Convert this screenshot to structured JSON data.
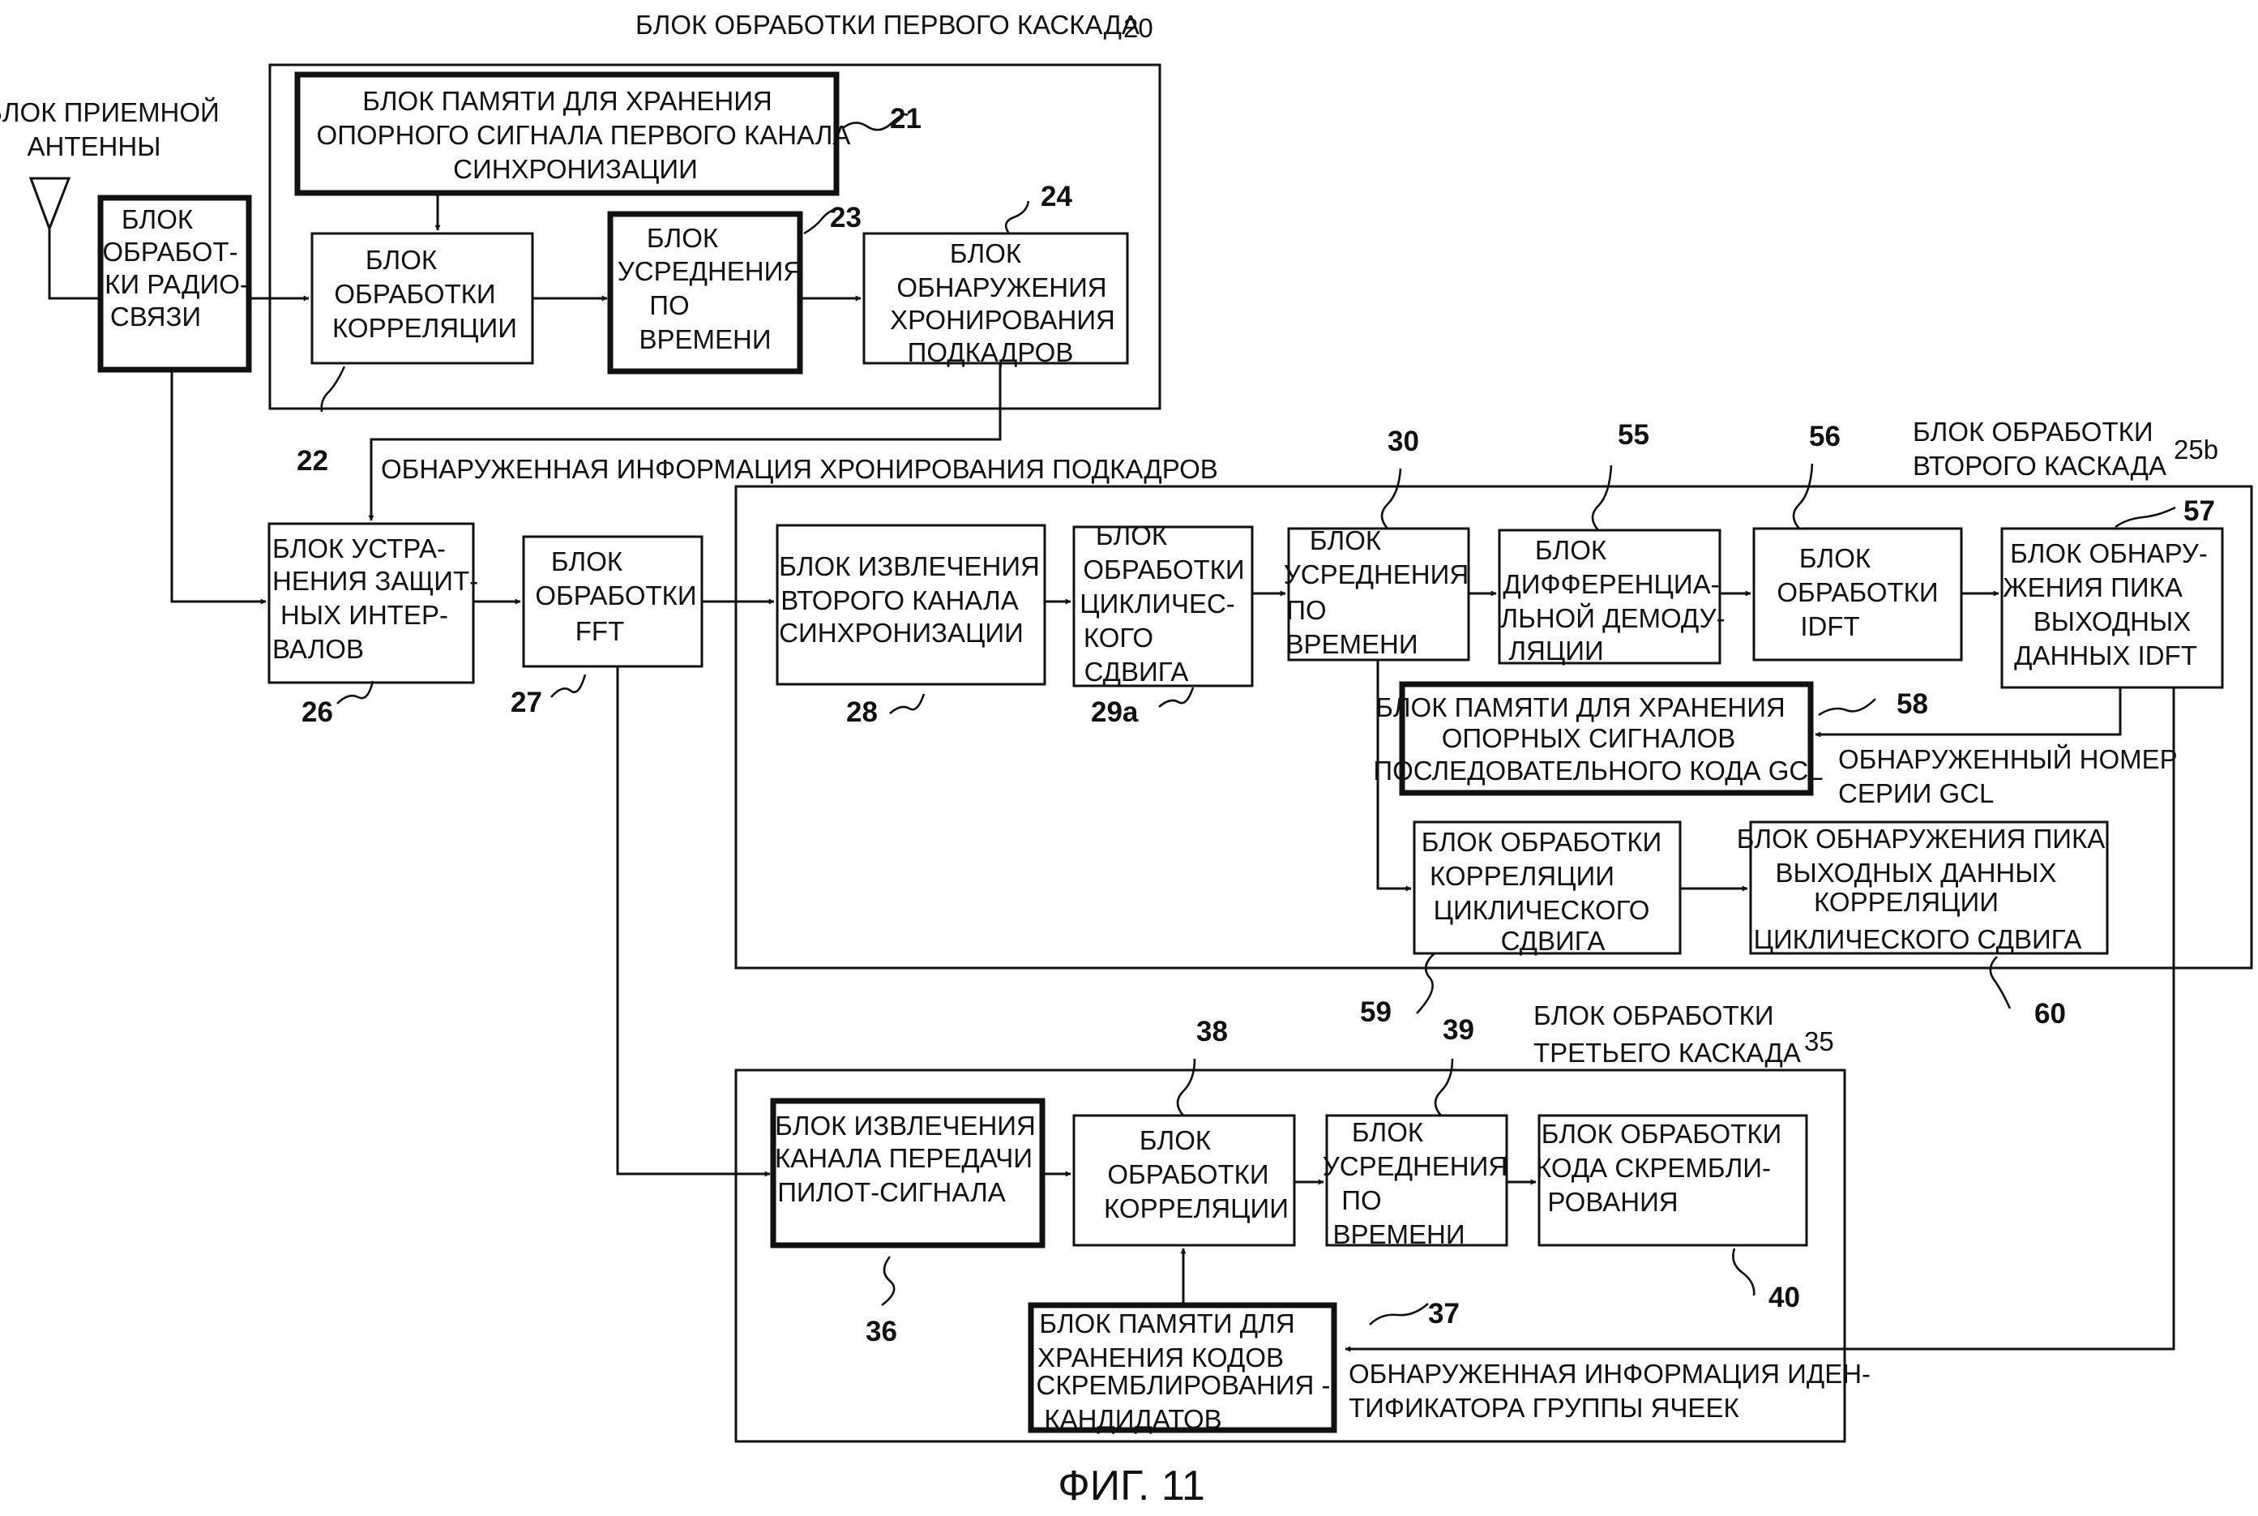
{
  "stage1": {
    "title": "БЛОК ОБРАБОТКИ ПЕРВОГО КАСКАДА",
    "num": "20",
    "memory": [
      "БЛОК ПАМЯТИ ДЛЯ ХРАНЕНИЯ",
      "ОПОРНОГО СИГНАЛА ПЕРВОГО  КАНАЛА",
      "СИНХРОНИЗАЦИИ"
    ],
    "memory_num": "21",
    "correlation": [
      "БЛОК",
      "ОБРАБОТКИ",
      "КОРРЕЛЯЦИИ"
    ],
    "correlation_num": "22",
    "averaging": [
      "БЛОК",
      "УСРЕДНЕНИЯ",
      "ПО",
      "ВРЕМЕНИ"
    ],
    "averaging_num": "23",
    "detection": [
      "БЛОК",
      "ОБНАРУЖЕНИЯ",
      "ХРОНИРОВАНИЯ",
      "ПОДКАДРОВ"
    ],
    "detection_num": "24"
  },
  "antenna": [
    "БЛОК ПРИЕМНОЙ",
    "АНТЕННЫ"
  ],
  "radio": [
    "БЛОК",
    "ОБРАБОТ-",
    "КИ РАДИО-",
    "СВЯЗИ"
  ],
  "subframe_info": "ОБНАРУЖЕННАЯ  ИНФОРМАЦИЯ ХРОНИРОВАНИЯ  ПОДКАДРОВ",
  "guard": {
    "lines": [
      "БЛОК УСТРА-",
      "НЕНИЯ ЗАЩИТ-",
      "НЫХ ИНТЕР-",
      "ВАЛОВ"
    ],
    "num": "26"
  },
  "fft": {
    "lines": [
      "БЛОК",
      "ОБРАБОТКИ",
      "FFT"
    ],
    "num": "27"
  },
  "stage2": {
    "title": [
      "БЛОК  ОБРАБОТКИ",
      "ВТОРОГО  КАСКАДА"
    ],
    "num": "25b",
    "extract": {
      "lines": [
        "БЛОК ИЗВЛЕЧЕНИЯ",
        "ВТОРОГО  КАНАЛА",
        "СИНХРОНИЗАЦИИ"
      ],
      "num": "28"
    },
    "cyclic": {
      "lines": [
        "БЛОК",
        "ОБРАБОТКИ",
        "ЦИКЛИЧЕС-",
        "КОГО",
        "СДВИГА"
      ],
      "num": "29a"
    },
    "averaging": {
      "lines": [
        "БЛОК",
        "УСРЕДНЕНИЯ",
        "ПО",
        "ВРЕМЕНИ"
      ],
      "num": "30"
    },
    "demod": {
      "lines": [
        "БЛОК",
        "ДИФФЕРЕНЦИА-",
        "ЛЬНОЙ ДЕМОДУ-",
        "ЛЯЦИИ"
      ],
      "num": "55"
    },
    "idft": {
      "lines": [
        "БЛОК",
        "ОБРАБОТКИ",
        "IDFT"
      ],
      "num": "56"
    },
    "peak": {
      "lines": [
        "БЛОК ОБНАРУ-",
        "ЖЕНИЯ ПИКА",
        "ВЫХОДНЫХ",
        "ДАННЫХ IDFT"
      ],
      "num": "57"
    },
    "gcl_memory": {
      "lines": [
        "БЛОК  ПАМЯТИ ДЛЯ ХРАНЕНИЯ",
        "ОПОРНЫХ СИГНАЛОВ",
        "ПОСЛЕДОВАТЕЛЬНОГО КОДА  GCL"
      ],
      "num": "58"
    },
    "gcl_number": [
      "ОБНАРУЖЕННЫЙ НОМЕР",
      "СЕРИИ GCL"
    ],
    "cyc_corr": {
      "lines": [
        "БЛОК  ОБРАБОТКИ",
        "КОРРЕЛЯЦИИ",
        "ЦИКЛИЧЕСКОГО",
        "СДВИГА"
      ],
      "num": "59"
    },
    "cyc_peak": {
      "lines": [
        "БЛОК ОБНАРУЖЕНИЯ ПИКА",
        "ВЫХОДНЫХ ДАННЫХ",
        "КОРРЕЛЯЦИИ",
        "ЦИКЛИЧЕСКОГО  СДВИГА"
      ],
      "num": "60"
    }
  },
  "stage3": {
    "title": [
      "БЛОК ОБРАБОТКИ",
      "ТРЕТЬЕГО  КАСКАДА"
    ],
    "num": "35",
    "pilot": {
      "lines": [
        "БЛОК ИЗВЛЕЧЕНИЯ",
        "КАНАЛА ПЕРЕДАЧИ",
        "ПИЛОТ-СИГНАЛА"
      ],
      "num": "36"
    },
    "memory": {
      "lines": [
        "БЛОК ПАМЯТИ ДЛЯ",
        "ХРАНЕНИЯ КОДОВ",
        "СКРЕМБЛИРОВАНИЯ -",
        "КАНДИДАТОВ"
      ],
      "num": "37"
    },
    "correlation": {
      "lines": [
        "БЛОК",
        "ОБРАБОТКИ",
        "КОРРЕЛЯЦИИ"
      ],
      "num": "38"
    },
    "averaging": {
      "lines": [
        "БЛОК",
        "УСРЕДНЕНИЯ",
        "ПО",
        "ВРЕМЕНИ"
      ],
      "num": "39"
    },
    "scrambling": {
      "lines": [
        "БЛОК ОБРАБОТКИ",
        "КОДА  СКРЕМБЛИ-",
        "РОВАНИЯ"
      ],
      "num": "40"
    },
    "group_info": [
      "ОБНАРУЖЕННАЯ ИНФОРМАЦИЯ  ИДЕН-",
      "ТИФИКАТОРА ГРУППЫ  ЯЧЕЕК"
    ]
  },
  "figure_caption": "ФИГ. 11"
}
